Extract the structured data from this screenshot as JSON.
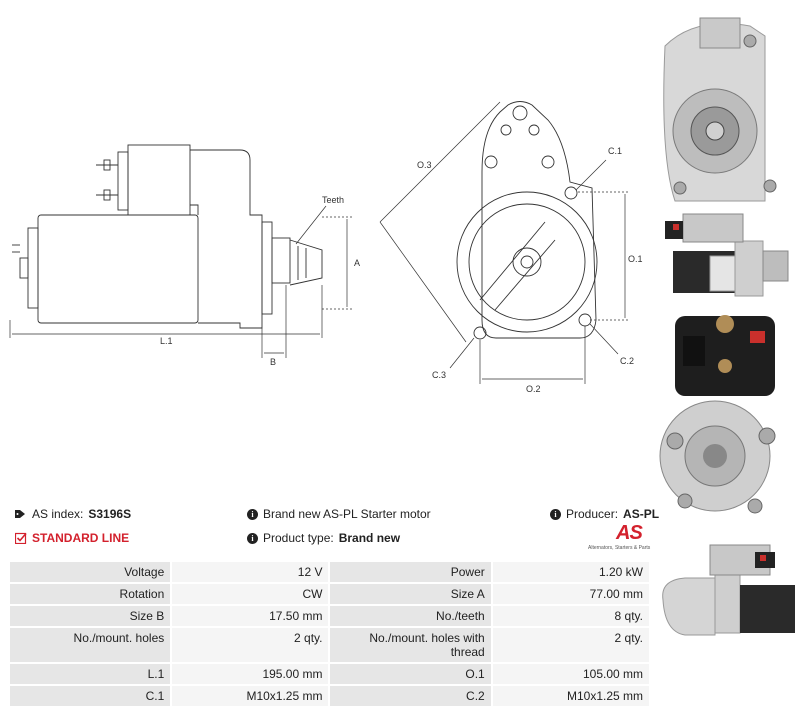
{
  "drawing_labels": {
    "teeth": "Teeth",
    "a": "A",
    "b": "B",
    "l1": "L.1",
    "o3": "O.3",
    "c1": "C.1",
    "o1": "O.1",
    "c2": "C.2",
    "c3": "C.3",
    "o2": "O.2"
  },
  "info": {
    "as_index_label": "AS index:",
    "as_index_value": "S3196S",
    "brand_text": "Brand new AS-PL Starter motor",
    "producer_label": "Producer:",
    "producer_value": "AS-PL",
    "standard_line": "STANDARD LINE",
    "product_type_label": "Product type:",
    "product_type_value": "Brand new"
  },
  "logo": {
    "mark": "AS",
    "subtitle": "Alternators, Starters & Parts"
  },
  "specs": [
    [
      {
        "label": "Voltage",
        "value": "12 V"
      },
      {
        "label": "Power",
        "value": "1.20 kW"
      }
    ],
    [
      {
        "label": "Rotation",
        "value": "CW"
      },
      {
        "label": "Size A",
        "value": "77.00 mm"
      }
    ],
    [
      {
        "label": "Size B",
        "value": "17.50 mm"
      },
      {
        "label": "No./teeth",
        "value": "8 qty."
      }
    ],
    [
      {
        "label": "No./mount. holes",
        "value": "2 qty."
      },
      {
        "label": "No./mount. holes with thread",
        "value": "2 qty."
      }
    ],
    [
      {
        "label": "L.1",
        "value": "195.00 mm"
      },
      {
        "label": "O.1",
        "value": "105.00 mm"
      }
    ],
    [
      {
        "label": "C.1",
        "value": "M10x1.25 mm"
      },
      {
        "label": "C.2",
        "value": "M10x1.25 mm"
      }
    ]
  ],
  "colors": {
    "accent": "#d3212d",
    "label_bg": "#e6e6e6",
    "value_bg": "#f5f5f5"
  }
}
